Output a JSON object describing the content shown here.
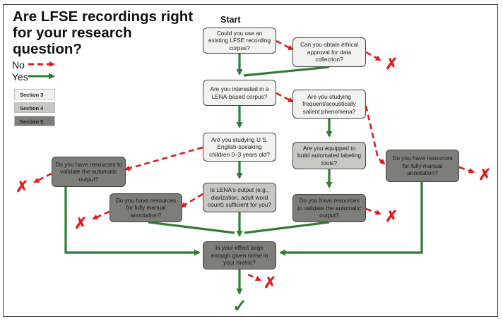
{
  "title": "Are LFSE recordings right for your research question?",
  "start_label": "Start",
  "legend": {
    "no_label": "No",
    "yes_label": "Yes",
    "sections": [
      "Section 3",
      "Section 4",
      "Section 5"
    ]
  },
  "colors": {
    "no_arrow": "#e01b1b",
    "yes_arrow": "#2e7d32",
    "section3": "#f2f2f0",
    "section4": "#c7c7c4",
    "section5": "#7d7d7a"
  },
  "nodes": {
    "corpus": "Could you use an existing LFSE recording corpus?",
    "ethics": "Can you obtain ethical approval for data collection?",
    "lena": "Are you interested in a LENA-based corpus?",
    "frequent": "Are you studying frequent/acoustically salient phenomena?",
    "us_english": "Are you studying U.S. English-speaking children 0–3 years old?",
    "auto_tools": "Are you equipped to build automated labeling tools?",
    "validate_left": "Do you have resources to validate the automatic output?",
    "manual_right": "Do you have resources for fully manual annotation?",
    "lena_output": "Is LENA's output (e.g., diarization, adult word count) sufficient for you?",
    "manual_mid": "Do you have resources for fully manual annotation?",
    "validate_mid": "Do you have resources to validate the automatic output?",
    "effect": "Is your effect large enough given noise in your metric?"
  },
  "outcomes": {
    "cross": "✗",
    "check": "✓"
  }
}
